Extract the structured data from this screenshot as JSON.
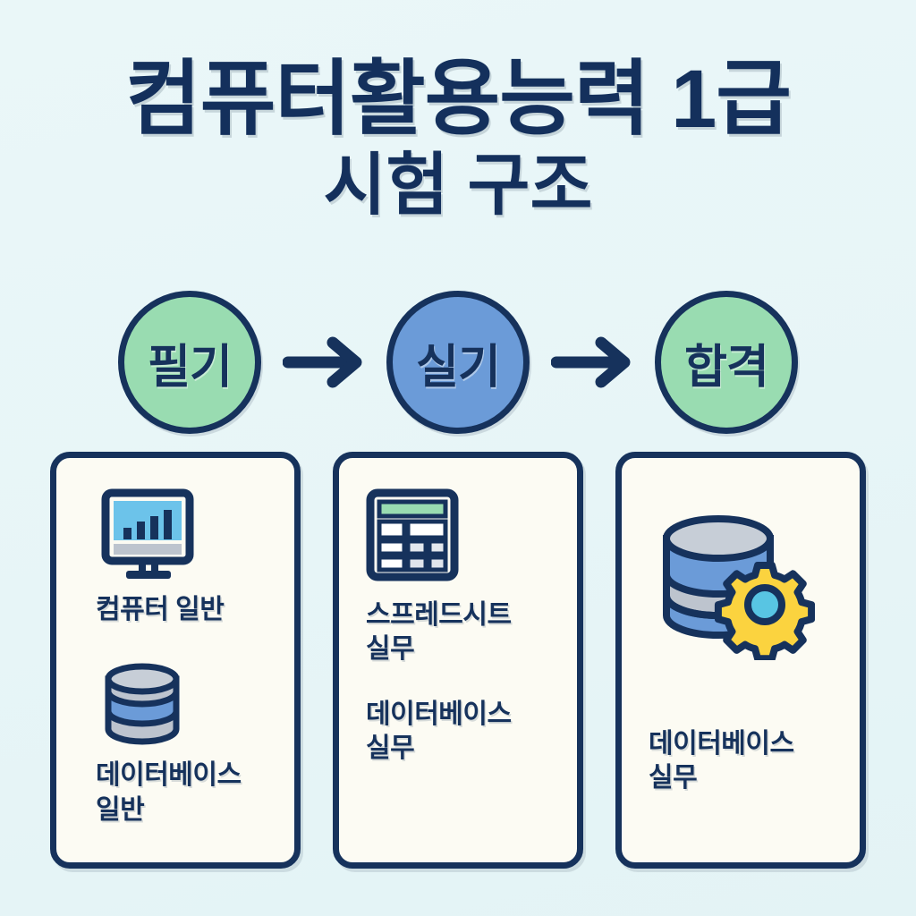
{
  "theme": {
    "background": "#e8f6f7",
    "navy": "#16325c",
    "green": "#99dcb1",
    "blue": "#6b9bd8",
    "card_bg": "#fcfbf3",
    "screen_blue": "#6cc3ea",
    "gray": "#bdc4ce",
    "gear_yellow": "#fbd33f",
    "gear_center": "#58c5e3"
  },
  "title": {
    "line1": "컴퓨터활용능력 1급",
    "line2": "시험 구조"
  },
  "flow": {
    "steps": [
      {
        "label": "필기",
        "color": "green"
      },
      {
        "label": "실기",
        "color": "blue"
      },
      {
        "label": "합격",
        "color": "green"
      }
    ],
    "arrow_icon": "arrow-right-icon"
  },
  "cards": [
    {
      "id": "written-exam-card",
      "items": [
        {
          "icon": "monitor-chart-icon",
          "label": "컴퓨터 일반"
        },
        {
          "icon": "database-cylinder-icon",
          "label": "데이터베이스\n일반"
        }
      ]
    },
    {
      "id": "practical-exam-card",
      "items": [
        {
          "icon": "spreadsheet-icon",
          "label": "스프레드시트\n실무"
        },
        {
          "icon": "",
          "label": "데이터베이스\n실무"
        }
      ]
    },
    {
      "id": "pass-card",
      "items": [
        {
          "icon": "database-gear-icon",
          "label": "데이터베이스\n실무"
        }
      ]
    }
  ]
}
